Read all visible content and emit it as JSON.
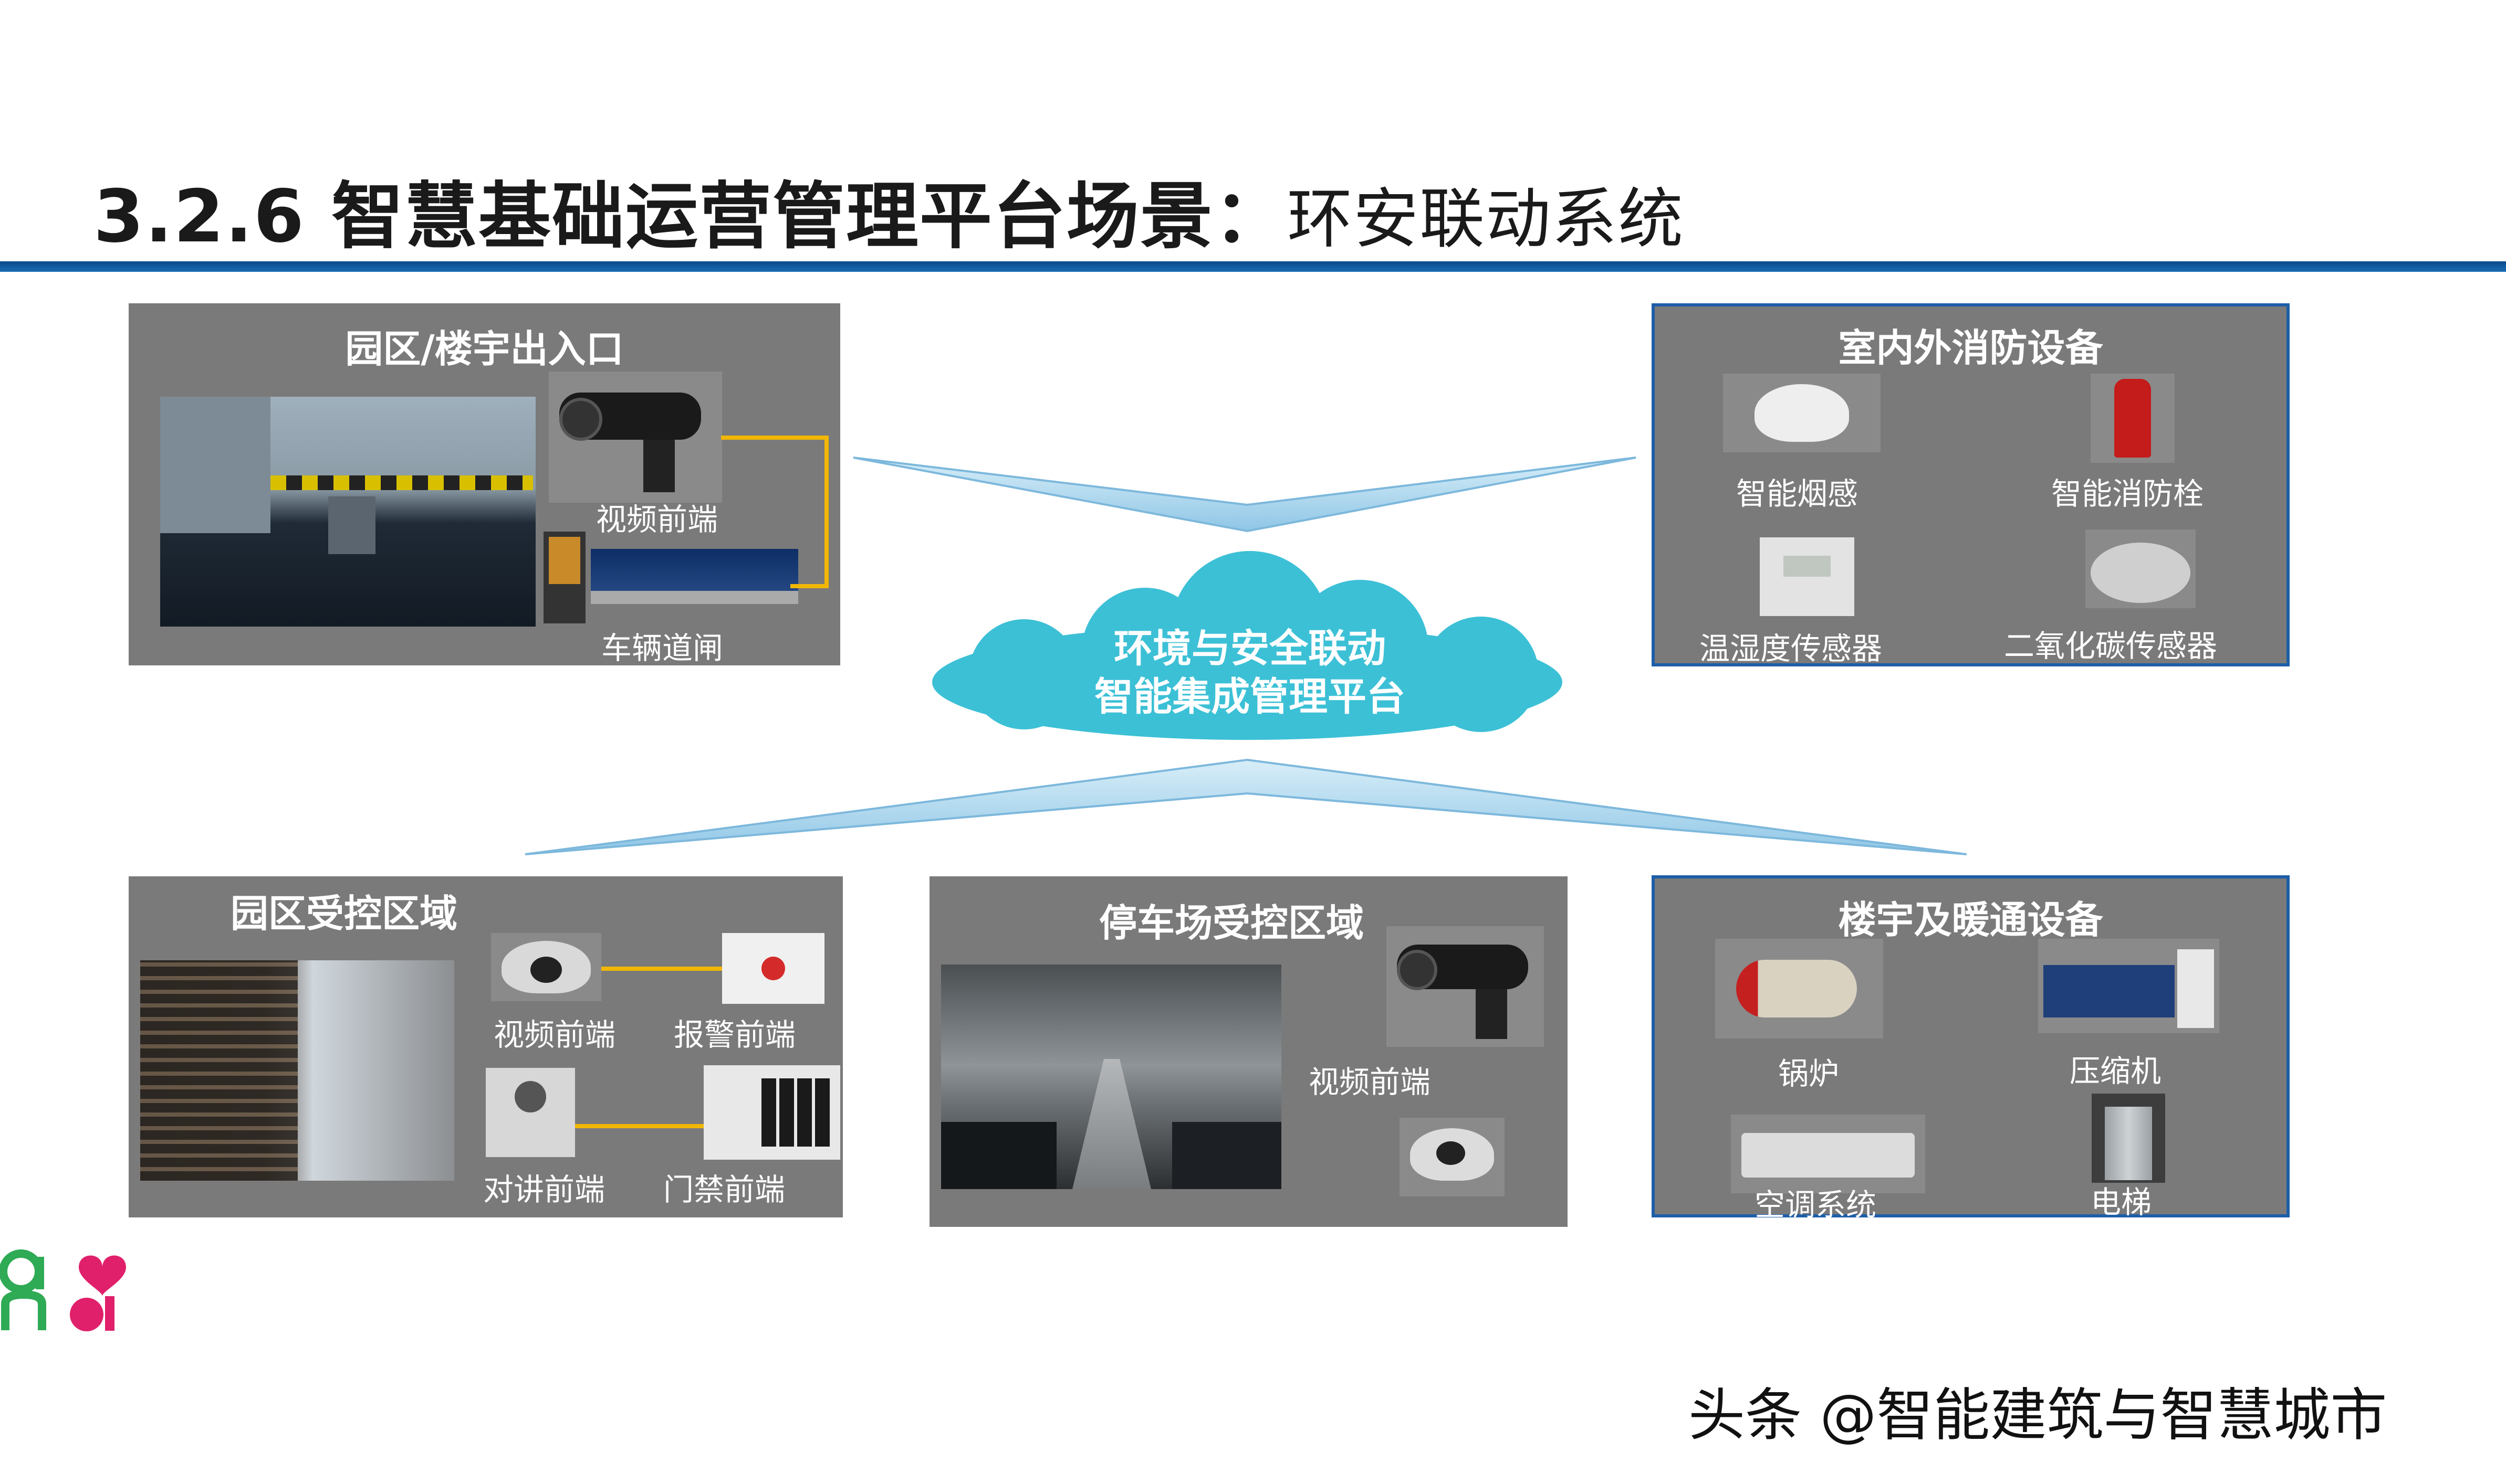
{
  "title": {
    "main": "3.2.6  智慧基础运营管理平台场景：",
    "sub": "环安联动系统"
  },
  "center": {
    "line1": "环境与安全联动",
    "line2": "智能集成管理平台"
  },
  "panels": {
    "entrance": {
      "title": "园区/楼宇出入口",
      "labels": [
        "视频前端",
        "车辆道闸"
      ]
    },
    "fire": {
      "title": "室内外消防设备",
      "labels": [
        "智能烟感",
        "智能消防栓",
        "温湿度传感器",
        "二氧化碳传感器"
      ]
    },
    "park": {
      "title": "园区受控区域",
      "labels": [
        "视频前端",
        "报警前端",
        "对讲前端",
        "门禁前端"
      ]
    },
    "parking": {
      "title": "停车场受控区域",
      "labels": [
        "视频前端"
      ]
    },
    "hvac": {
      "title": "楼宇及暖通设备",
      "labels": [
        "锅炉",
        "压缩机",
        "空调系统",
        "电梯"
      ]
    }
  },
  "watermark": "头条 @智能建筑与智慧城市",
  "colors": {
    "panel": "#7a7a7a",
    "rule": "#1a5fa8",
    "cloud": "#3cc0d6",
    "wire": "#f2b705",
    "logo_green": "#2faa55",
    "logo_pink": "#e0206a"
  }
}
